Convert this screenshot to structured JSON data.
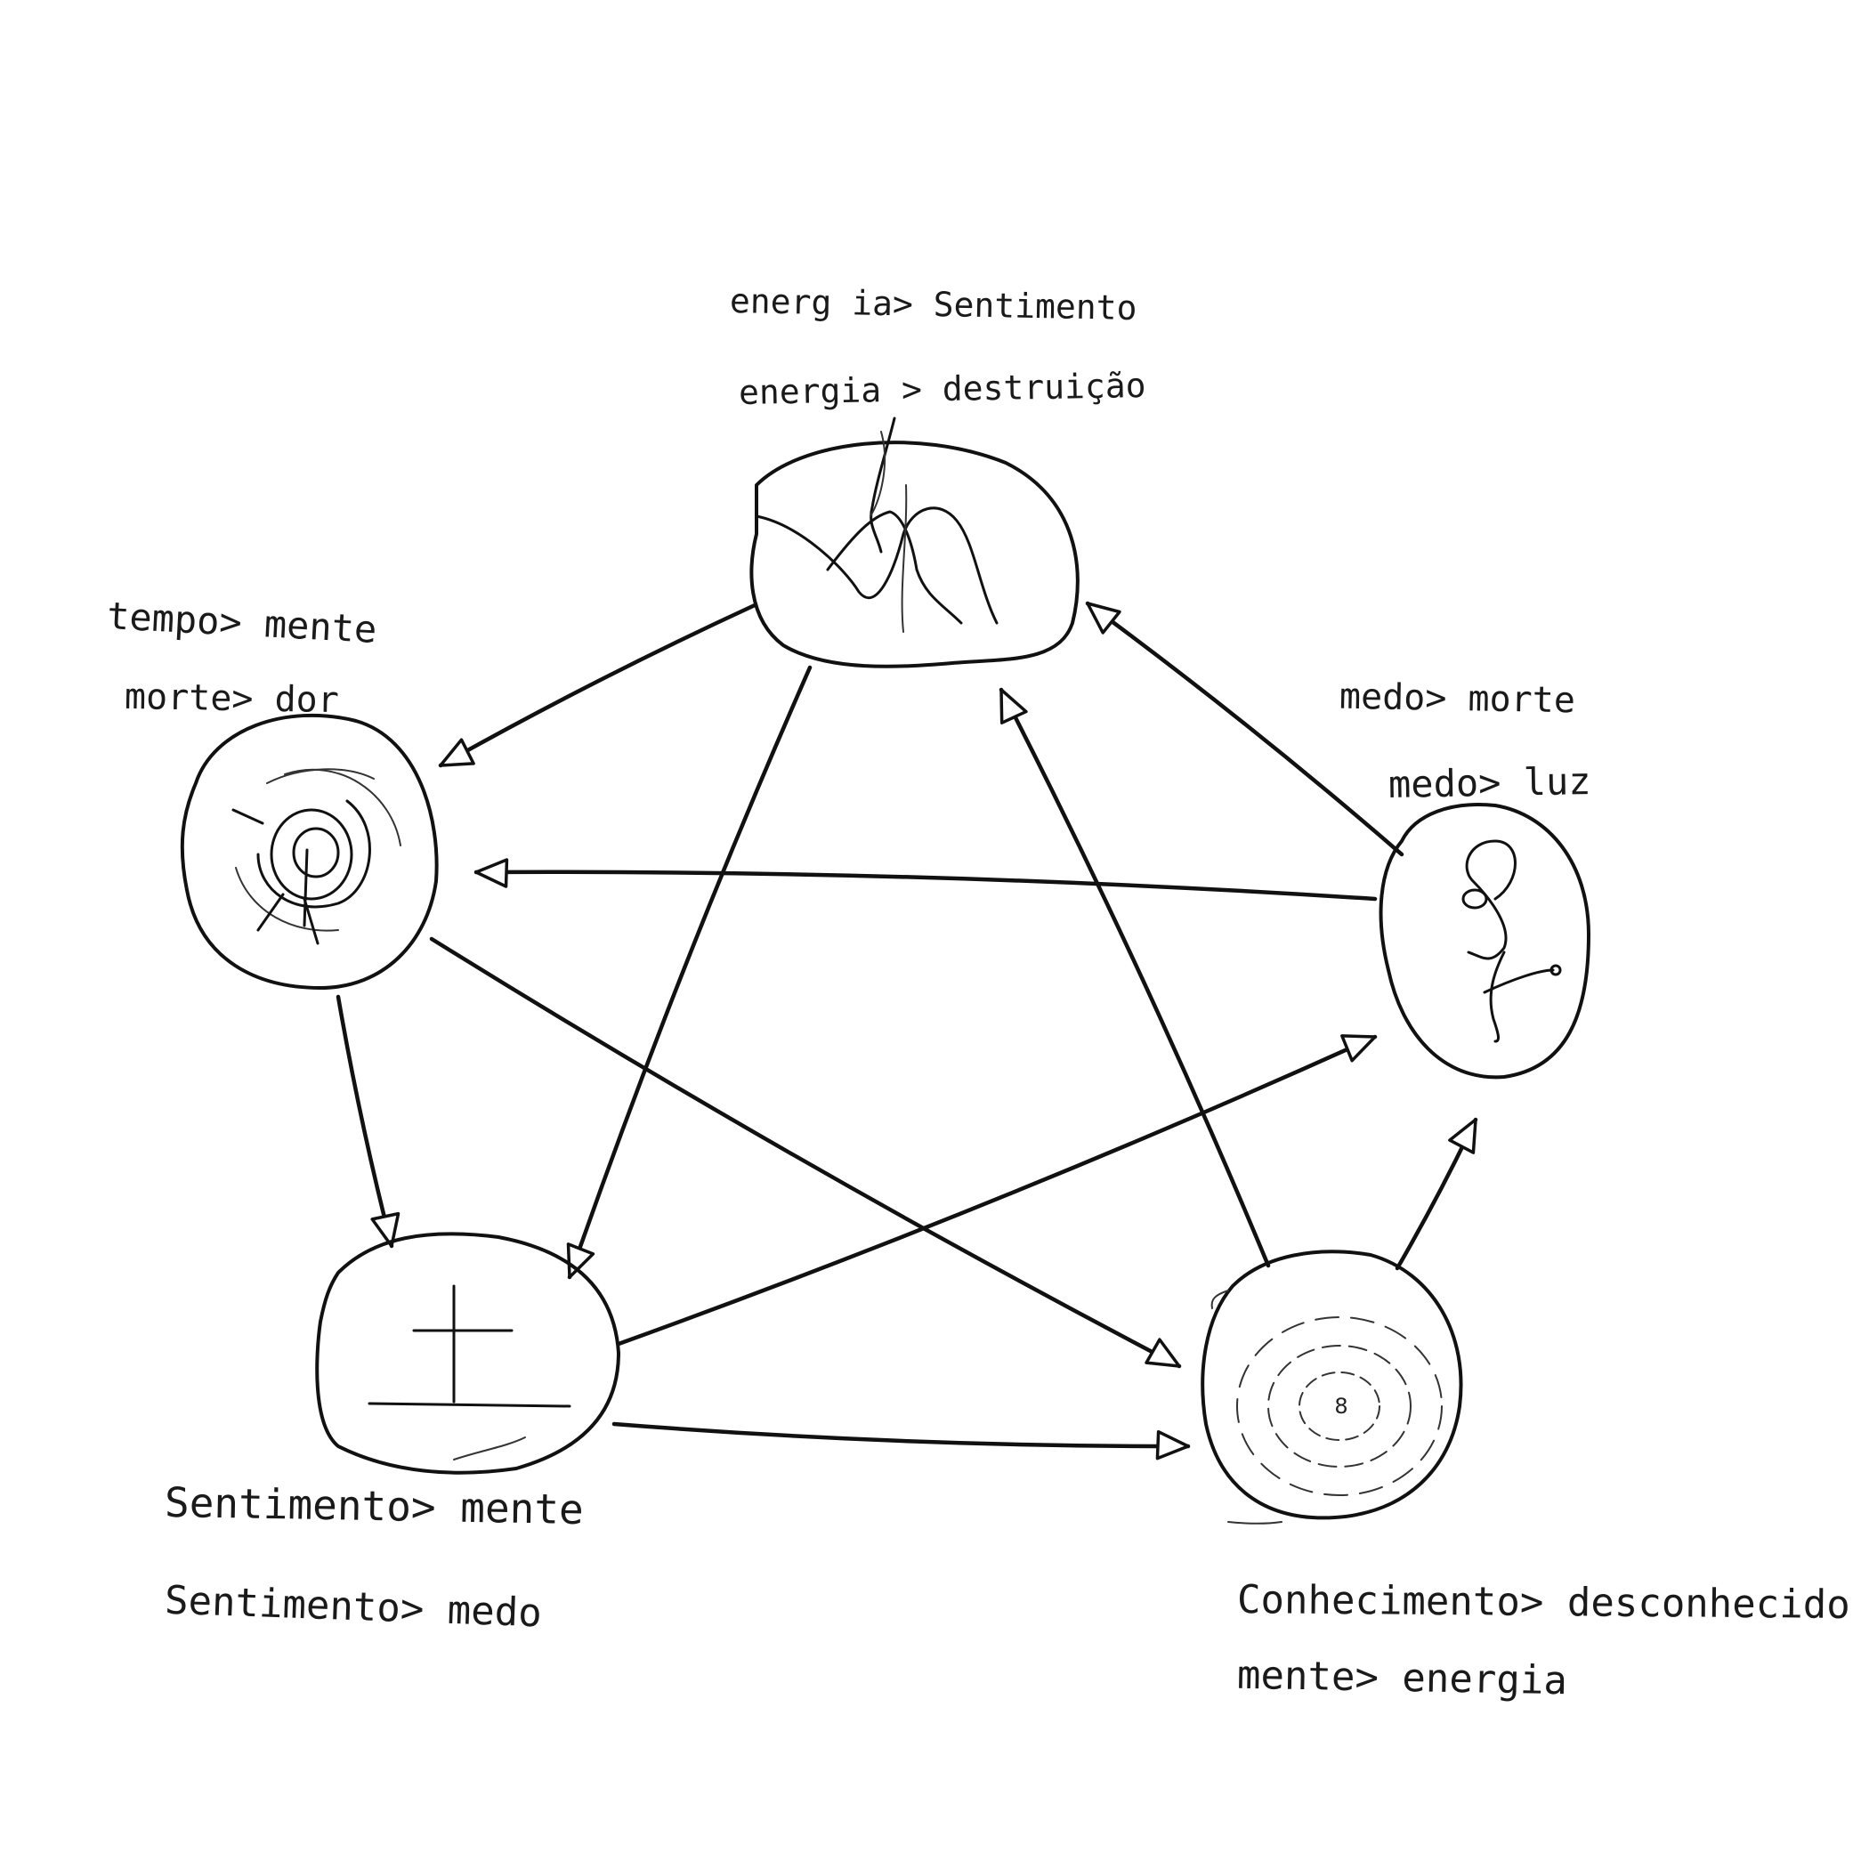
{
  "nodes": [
    {
      "id": "energia",
      "icon": "cracked-mountain-icon",
      "captions": [
        "energ ia> Sentimento",
        "energia > destruição"
      ]
    },
    {
      "id": "tempo",
      "icon": "spiral-target-icon",
      "captions": [
        "tempo> mente",
        "morte> dor"
      ]
    },
    {
      "id": "medo",
      "icon": "question-mark-icon",
      "captions": [
        "medo> morte",
        "medo> luz"
      ]
    },
    {
      "id": "sentimento",
      "icon": "cross-icon",
      "captions": [
        "Sentimento> mente",
        "Sentimento> medo"
      ]
    },
    {
      "id": "conhecimento",
      "icon": "swirl-eight-icon",
      "captions": [
        "Conhecimento> desconhecido",
        "mente> energia"
      ]
    }
  ],
  "center_mark": "8",
  "edges": [
    {
      "from": "energia",
      "to": "tempo"
    },
    {
      "from": "energia",
      "to": "sentimento"
    },
    {
      "from": "tempo",
      "to": "sentimento"
    },
    {
      "from": "tempo",
      "to": "conhecimento"
    },
    {
      "from": "medo",
      "to": "energia"
    },
    {
      "from": "medo",
      "to": "tempo"
    },
    {
      "from": "sentimento",
      "to": "medo"
    },
    {
      "from": "sentimento",
      "to": "conhecimento"
    },
    {
      "from": "conhecimento",
      "to": "energia"
    },
    {
      "from": "conhecimento",
      "to": "medo"
    }
  ]
}
